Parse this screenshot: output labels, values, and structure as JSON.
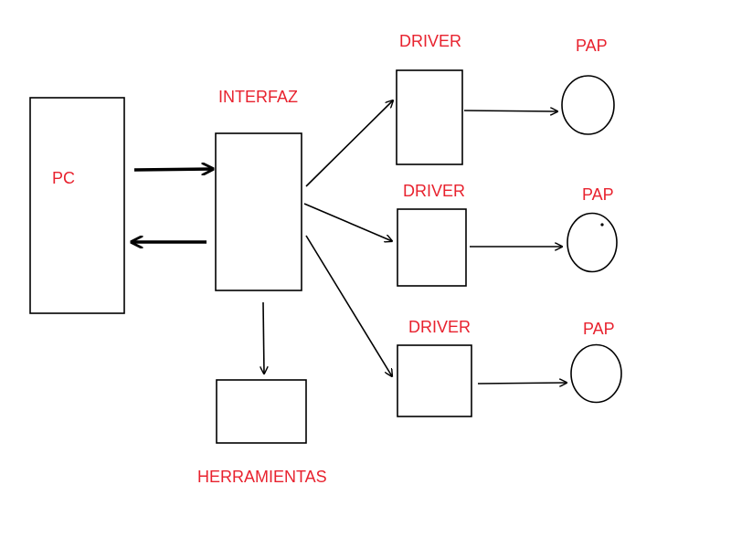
{
  "labels": {
    "pc": "PC",
    "interfaz": "INTERFAZ",
    "herramientas": "HERRAMIENTAS",
    "driver_1": "DRIVER",
    "driver_2": "DRIVER",
    "driver_3": "DRIVER",
    "pap_1": "PAP",
    "pap_2": "PAP",
    "pap_3": "PAP"
  },
  "colors": {
    "label": "#e8222e",
    "stroke": "#000000",
    "background": "#ffffff"
  }
}
